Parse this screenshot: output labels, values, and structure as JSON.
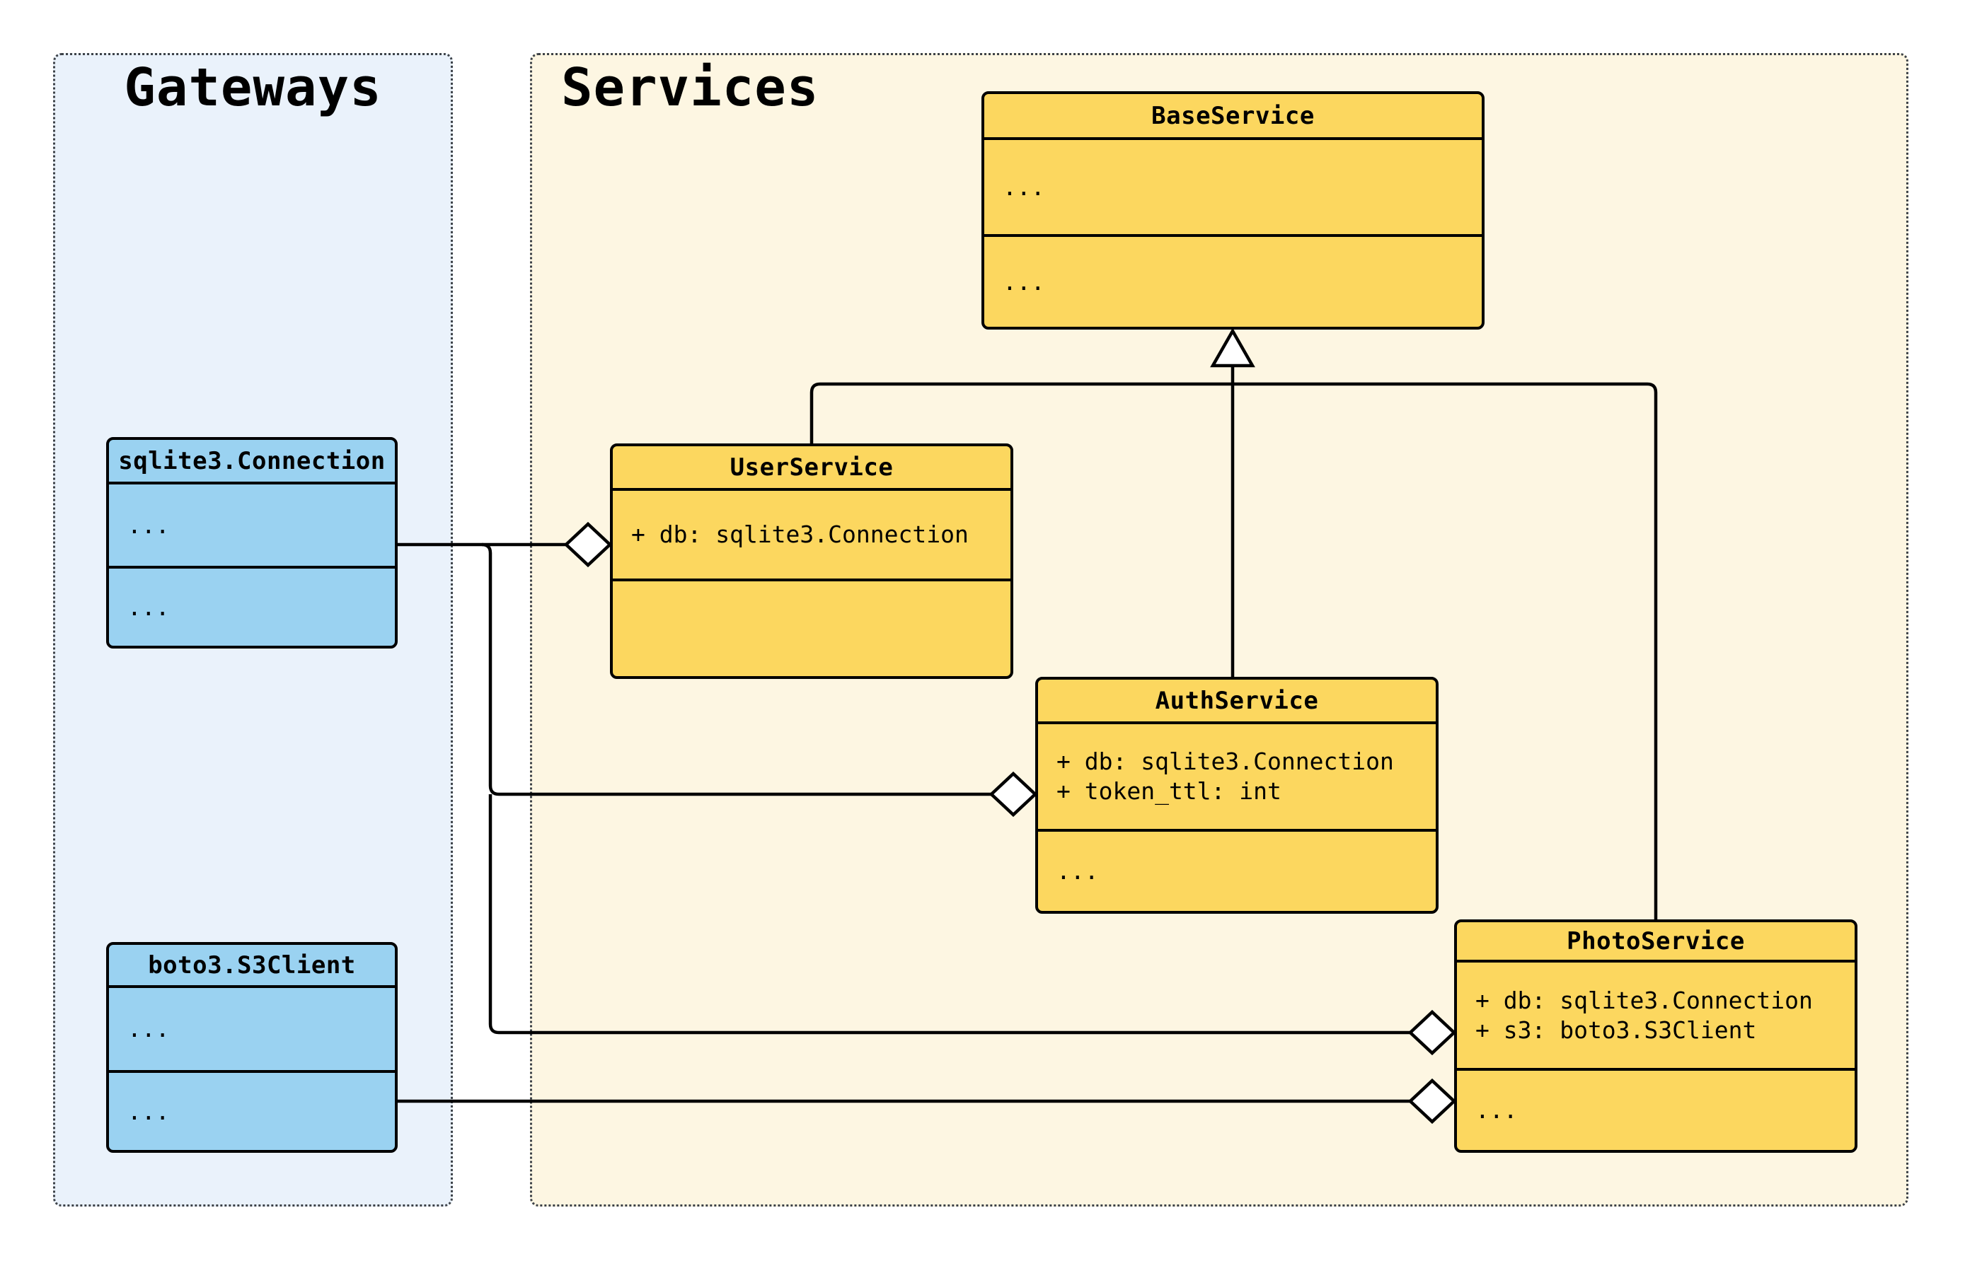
{
  "groups": {
    "gateways": {
      "label": "Gateways"
    },
    "services": {
      "label": "Services"
    }
  },
  "classes": {
    "sqlite_connection": {
      "name": "sqlite3.Connection",
      "attributes": [
        "..."
      ],
      "methods": [
        "..."
      ]
    },
    "boto3_s3client": {
      "name": "boto3.S3Client",
      "attributes": [
        "..."
      ],
      "methods": [
        "..."
      ]
    },
    "base_service": {
      "name": "BaseService",
      "attributes": [
        "..."
      ],
      "methods": [
        "..."
      ]
    },
    "user_service": {
      "name": "UserService",
      "attributes": [
        "+ db: sqlite3.Connection"
      ],
      "methods": []
    },
    "auth_service": {
      "name": "AuthService",
      "attributes": [
        "+ db: sqlite3.Connection",
        "+ token_ttl: int"
      ],
      "methods": [
        "..."
      ]
    },
    "photo_service": {
      "name": "PhotoService",
      "attributes": [
        "+ db: sqlite3.Connection",
        "+ s3: boto3.S3Client"
      ],
      "methods": [
        "..."
      ]
    }
  },
  "relationships": [
    {
      "type": "inheritance",
      "from": "UserService",
      "to": "BaseService"
    },
    {
      "type": "inheritance",
      "from": "AuthService",
      "to": "BaseService"
    },
    {
      "type": "inheritance",
      "from": "PhotoService",
      "to": "BaseService"
    },
    {
      "type": "aggregation",
      "from": "UserService",
      "to": "sqlite3.Connection"
    },
    {
      "type": "aggregation",
      "from": "AuthService",
      "to": "sqlite3.Connection"
    },
    {
      "type": "aggregation",
      "from": "PhotoService",
      "to": "sqlite3.Connection"
    },
    {
      "type": "aggregation",
      "from": "PhotoService",
      "to": "boto3.S3Client"
    }
  ],
  "colors": {
    "service_fill": "#FCD75F",
    "gateway_fill": "#9AD2F1",
    "gateways_panel_bg": "#EAF2FB",
    "services_panel_bg": "#FDF6E2",
    "line": "#000000"
  }
}
